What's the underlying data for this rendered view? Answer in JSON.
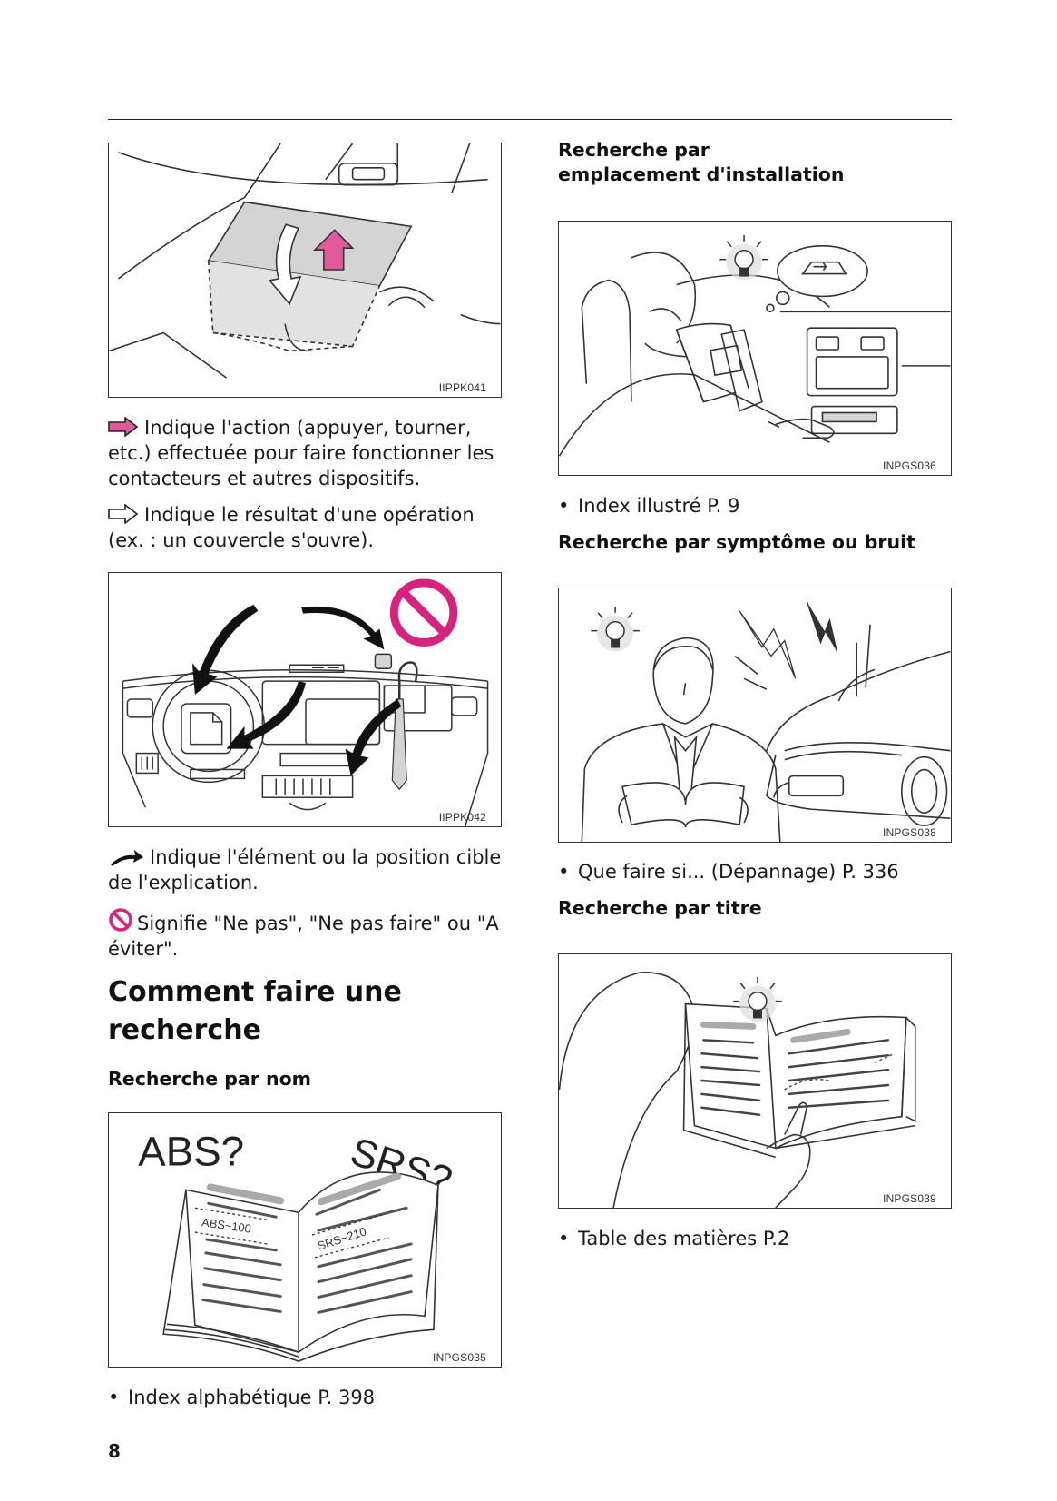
{
  "page": {
    "number": "8",
    "colors": {
      "accent_pink": "#e05a9c",
      "prohibition": "#d6247e",
      "line": "#222222",
      "gray_fill": "#d4d4d4"
    }
  },
  "left": {
    "fig1_code": "IIPPK041",
    "desc_action": "Indique l'action (appuyer, tourner, etc.) effectuée pour faire fonctionner les contacteurs et autres dispositifs.",
    "desc_result": "Indique le résultat d'une opération (ex. : un couvercle s'ouvre).",
    "fig2_code": "IIPPK042",
    "desc_target": "Indique l'élément ou la position cible de l'explication.",
    "desc_prohibit": "Signifie \"Ne pas\", \"Ne pas faire\" ou \"A éviter\".",
    "section_title": "Comment faire une recherche",
    "by_name_heading": "Recherche par nom",
    "fig3_code": "INPGS035",
    "fig3_word_abs": "ABS?",
    "fig3_word_srs": "SRS?",
    "fig3_entry_abs": "ABS~100",
    "fig3_entry_srs": "SRS~210",
    "by_name_bullet": "Index alphabétique P. 398"
  },
  "right": {
    "by_location_heading": "Recherche par emplacement d'installation",
    "fig4_code": "INPGS036",
    "by_location_bullet": "Index illustré P. 9",
    "by_symptom_heading": "Recherche par symptôme ou bruit",
    "fig5_code": "INPGS038",
    "by_symptom_bullet": "Que faire si... (Dépannage) P. 336",
    "by_title_heading": "Recherche par titre",
    "fig6_code": "INPGS039",
    "by_title_bullet": "Table des matières P.2"
  },
  "icons": {
    "pink_arrow": "pink-outline-arrow-icon",
    "white_arrow": "white-outline-arrow-icon",
    "curved_arrow": "curved-black-arrow-icon",
    "prohibition": "prohibition-icon",
    "bullet": "•"
  }
}
